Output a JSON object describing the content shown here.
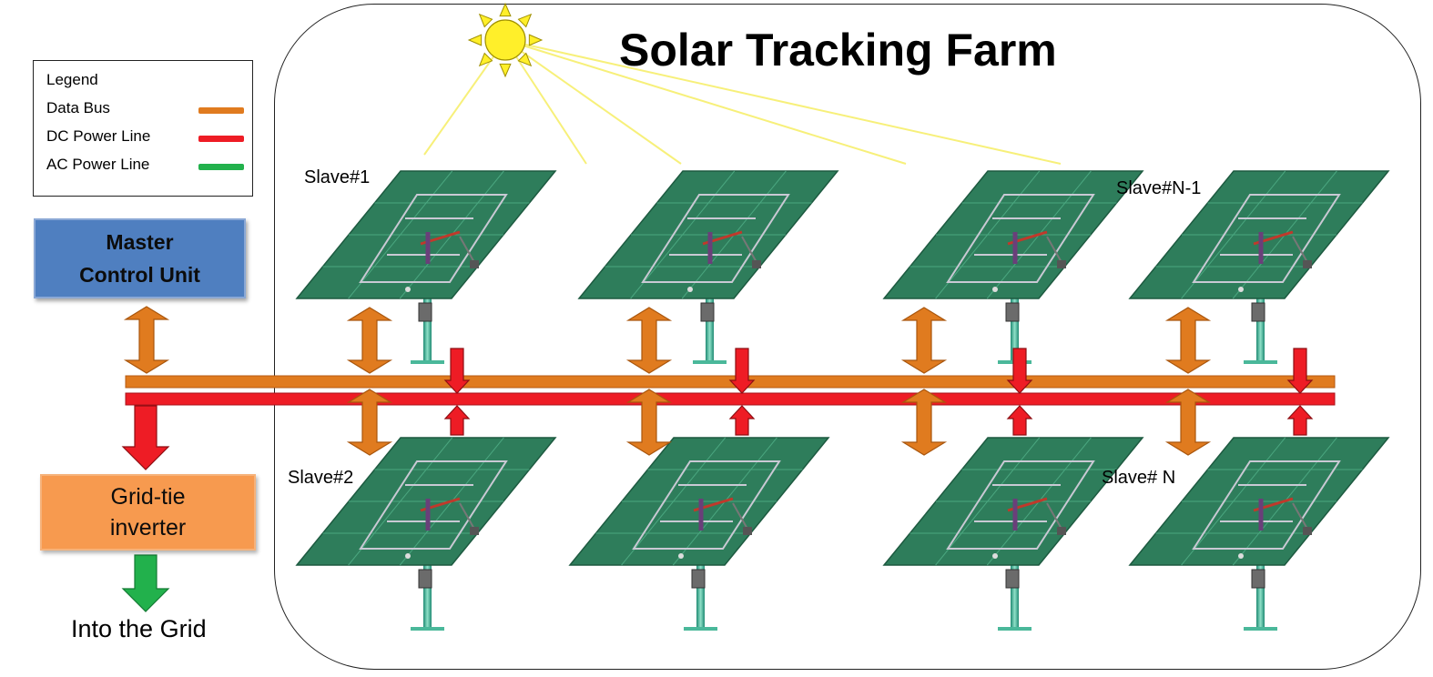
{
  "title": "Solar Tracking Farm",
  "legend": {
    "title": "Legend",
    "items": [
      {
        "label": "Data Bus",
        "color": "#e07b1f"
      },
      {
        "label": "DC Power Line",
        "color": "#ee1c25"
      },
      {
        "label": "AC Power Line",
        "color": "#22b14c"
      }
    ]
  },
  "master": {
    "line1": "Master",
    "line2": "Control Unit",
    "color": "#4f7fc0"
  },
  "inverter": {
    "line1": "Grid-tie",
    "line2": "inverter",
    "color": "#f79a4f"
  },
  "grid_label": "Into the Grid",
  "slaves": [
    {
      "label": "Slave#1"
    },
    {
      "label": "Slave#2"
    },
    {
      "label": "Slave#N-1"
    },
    {
      "label": "Slave# N"
    }
  ],
  "colors": {
    "data_bus": "#e07b1f",
    "dc_line": "#ee1c25",
    "ac_line": "#22b14c",
    "panel": "#2e7d5b",
    "sun": "#ffef2a",
    "sun_ray": "#f7f07a"
  }
}
